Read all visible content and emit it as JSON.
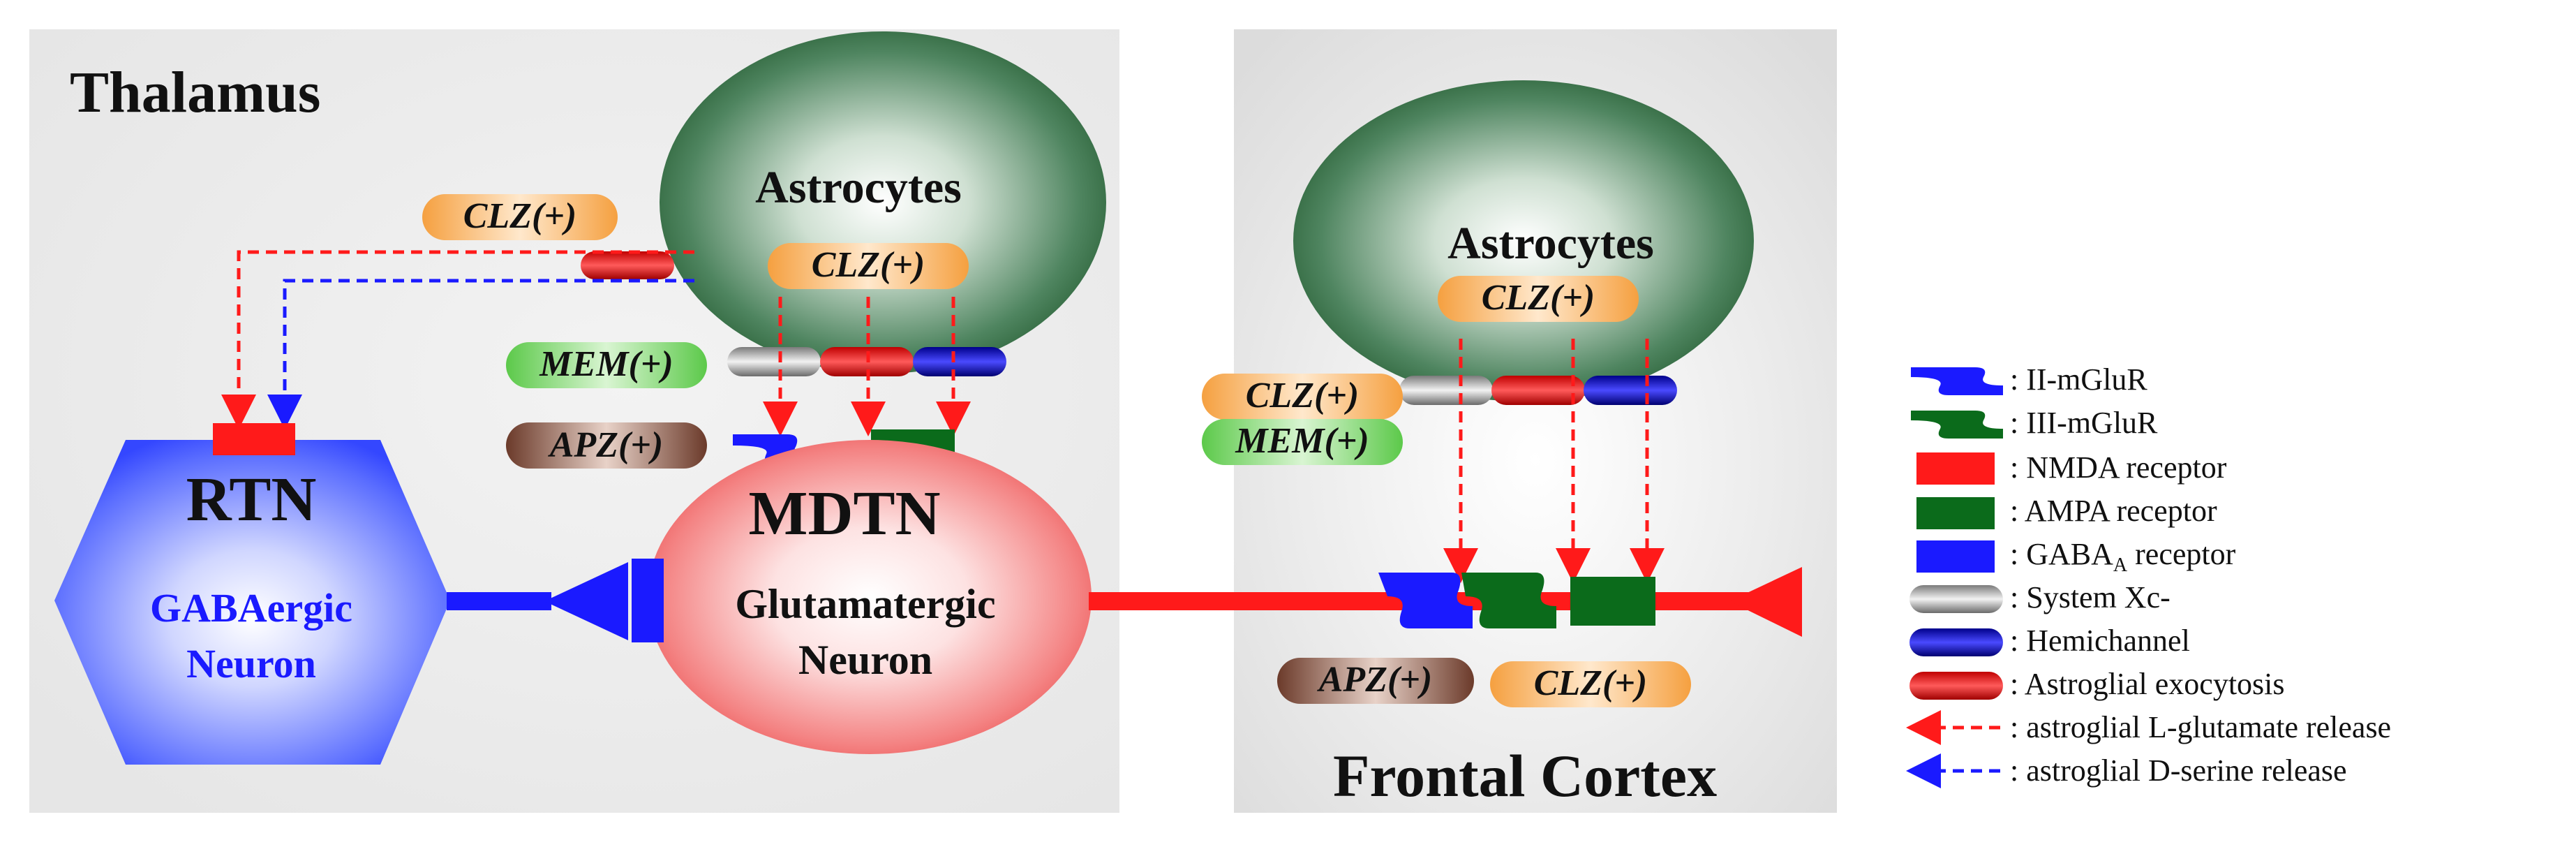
{
  "panels": {
    "thalamus_label": "Thalamus",
    "cortex_label": "Frontal Cortex"
  },
  "thalamus": {
    "astrocytes_label": "Astrocytes",
    "drug_clz_outer": "CLZ(+)",
    "drug_clz_inner": "CLZ(+)",
    "drug_mem": "MEM(+)",
    "drug_apz": "APZ(+)",
    "rtn": {
      "title": "RTN",
      "subtitle_line1": "GABAergic",
      "subtitle_line2": "Neuron"
    },
    "mdtn": {
      "title": "MDTN",
      "subtitle_line1": "Glutamatergic",
      "subtitle_line2": "Neuron"
    }
  },
  "cortex": {
    "astrocytes_label": "Astrocytes",
    "drug_clz_astro": "CLZ(+)",
    "drug_clz_left": "CLZ(+)",
    "drug_mem": "MEM(+)",
    "drug_apz": "APZ(+)",
    "drug_clz_bottom": "CLZ(+)"
  },
  "legend": [
    {
      "icon": "ii-mglur-icon",
      "label": ": II-mGluR"
    },
    {
      "icon": "iii-mglur-icon",
      "label": ": III-mGluR"
    },
    {
      "icon": "nmda-receptor-icon",
      "label": ": NMDA receptor"
    },
    {
      "icon": "ampa-receptor-icon",
      "label": ": AMPA receptor"
    },
    {
      "icon": "gaba-a-receptor-icon",
      "label": ": GABA",
      "subscript": "A",
      "suffix": " receptor"
    },
    {
      "icon": "system-xc-icon",
      "label": ": System Xc-"
    },
    {
      "icon": "hemichannel-icon",
      "label": ": Hemichannel"
    },
    {
      "icon": "astroglial-exocytosis-icon",
      "label": ": Astroglial exocytosis"
    },
    {
      "icon": "glutamate-release-arrow-icon",
      "label": ": astroglial L-glutamate release"
    },
    {
      "icon": "d-serine-release-arrow-icon",
      "label": ": astroglial D-serine release"
    }
  ],
  "colors": {
    "panel_bg": "#ececec",
    "astrocyte": "#2f6b3e",
    "rtn_blue": "#3a50ff",
    "mdtn_red": "#f26d6d",
    "clz_orange": "#f5a040",
    "mem_green": "#6fd35c",
    "apz_brown": "#6b3a2a",
    "glutamate_arrow": "#ff1a1a",
    "dserine_arrow": "#1a1aff",
    "axon_red": "#ff1a1a",
    "gaba_line": "#1a1aff"
  }
}
